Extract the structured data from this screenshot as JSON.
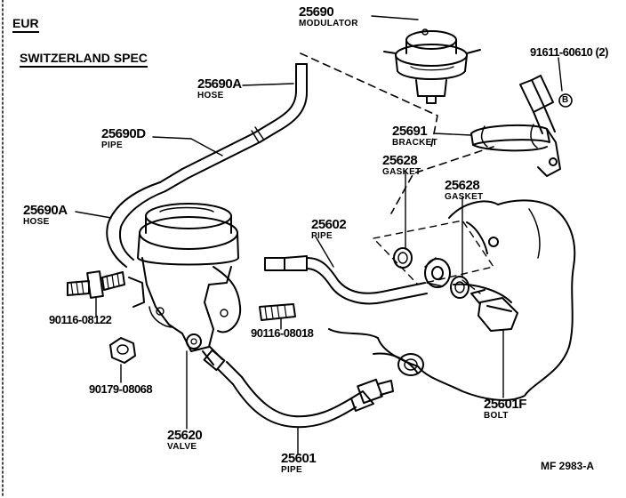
{
  "header": {
    "region": "EUR",
    "spec": "SWITZERLAND SPEC"
  },
  "parts": [
    {
      "id": "modulator",
      "number": "25690",
      "name": "MODULATOR"
    },
    {
      "id": "hose-upper",
      "number": "25690A",
      "name": "HOSE"
    },
    {
      "id": "pipe-d",
      "number": "25690D",
      "name": "PIPE"
    },
    {
      "id": "hose-lower",
      "number": "25690A",
      "name": "HOSE"
    },
    {
      "id": "bracket",
      "number": "25691",
      "name": "BRACKET"
    },
    {
      "id": "clip",
      "number": "91611-60610 (2)",
      "name": ""
    },
    {
      "id": "gasket-1",
      "number": "25628",
      "name": "GASKET"
    },
    {
      "id": "gasket-2",
      "number": "25628",
      "name": "GASKET"
    },
    {
      "id": "pipe-25602",
      "number": "25602",
      "name": "PIPE"
    },
    {
      "id": "stud-1",
      "number": "90116-08122",
      "name": ""
    },
    {
      "id": "stud-2",
      "number": "90116-08018",
      "name": ""
    },
    {
      "id": "nut",
      "number": "90179-08068",
      "name": ""
    },
    {
      "id": "valve",
      "number": "25620",
      "name": "VALVE"
    },
    {
      "id": "pipe-25601",
      "number": "25601",
      "name": "PIPE"
    },
    {
      "id": "bolt",
      "number": "25601F",
      "name": "BOLT"
    }
  ],
  "callout_marker": "B",
  "footer_code": "MF  2983-A"
}
